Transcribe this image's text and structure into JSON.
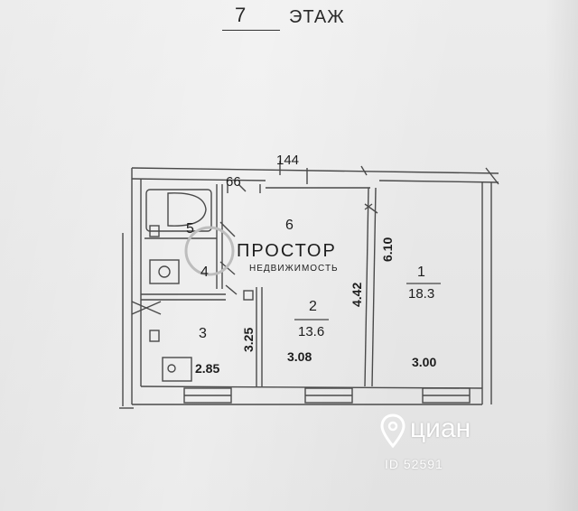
{
  "header": {
    "floor_number": "7",
    "floor_label": "ЭТАЖ"
  },
  "dimensions": {
    "top_width": "144",
    "corridor_width": "66",
    "room3_height": "3.25",
    "room2_height": "4.42",
    "room1_height": "6.10",
    "room3_width": "2.85",
    "room2_width": "3.08",
    "room1_width": "3.00"
  },
  "rooms": [
    {
      "id": "room-1",
      "number": "1",
      "area": "18.3"
    },
    {
      "id": "room-2",
      "number": "2",
      "area": "13.6"
    },
    {
      "id": "room-3",
      "number": "3",
      "area": ""
    },
    {
      "id": "room-4",
      "number": "4",
      "area": ""
    },
    {
      "id": "room-5",
      "number": "5",
      "area": ""
    },
    {
      "id": "room-6",
      "number": "6",
      "area": ""
    }
  ],
  "watermark_center": {
    "title": "ПРОСТОР",
    "subtitle": "НЕДВИЖИМОСТЬ"
  },
  "watermark_corner": {
    "brand": "циан",
    "listing_id": "ID 52591"
  },
  "colors": {
    "paper": "#e8e8e8",
    "line": "#4a4a4a",
    "watermark": "#b5b5b5",
    "corner_watermark": "#ffffff"
  }
}
